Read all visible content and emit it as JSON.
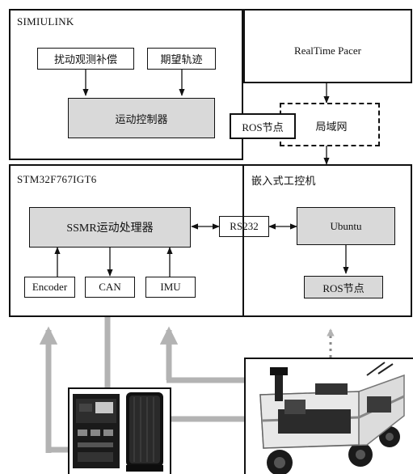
{
  "simulink": {
    "title": "SIMIULINK",
    "disturbance_label": "扰动观测补偿",
    "trajectory_label": "期望轨迹",
    "controller_label": "运动控制器"
  },
  "pacer": {
    "label": "RealTime Pacer"
  },
  "ros_node_top": {
    "label": "ROS节点"
  },
  "lan": {
    "label": "局域网"
  },
  "stm32": {
    "title": "STM32F767IGT6",
    "processor_label": "SSMR运动处理器",
    "encoder_label": "Encoder",
    "can_label": "CAN",
    "imu_label": "IMU"
  },
  "rs232": {
    "label": "RS232"
  },
  "embedded": {
    "title": "嵌入式工控机",
    "ubuntu_label": "Ubuntu",
    "ros_node_label": "ROS节点"
  },
  "colors": {
    "block_fill": "#d9d9d9",
    "line": "#111111",
    "feedback_arrow": "#b3b3b3"
  }
}
